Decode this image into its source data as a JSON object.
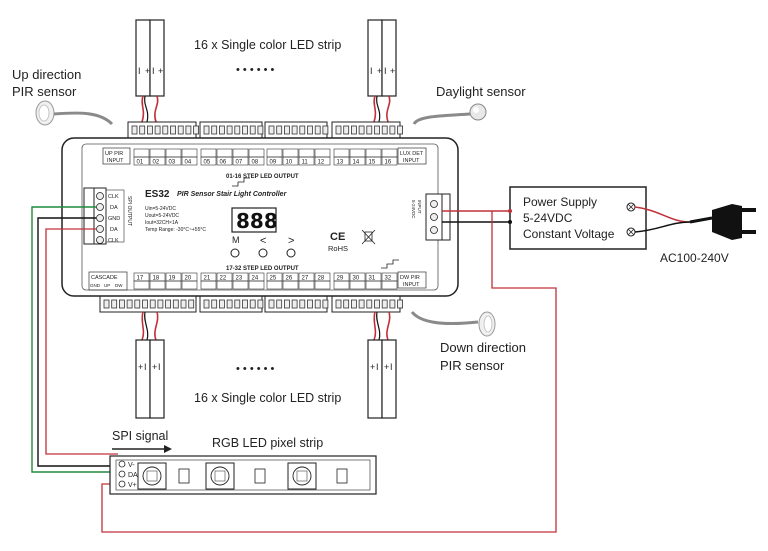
{
  "labels": {
    "top_strip": "16 x Single color LED strip",
    "bottom_strip": "16 x Single color LED strip",
    "dots": "• • • • • •",
    "up_pir_1": "Up direction",
    "up_pir_2": "PIR sensor",
    "daylight": "Daylight sensor",
    "down_pir_1": "Down direction",
    "down_pir_2": "PIR sensor",
    "spi_signal": "SPI signal",
    "rgb_strip": "RGB LED pixel strip",
    "ac": "AC100-240V"
  },
  "power_supply": {
    "line1": "Power Supply",
    "line2": "5-24VDC",
    "line3": "Constant Voltage"
  },
  "controller": {
    "model": "ES32",
    "name": "PIR Sensor Stair Light Controller",
    "spec1": "Uin=5-24VDC",
    "spec2": "Uout=5-24VDC",
    "spec3": "Iout=32CH×1A",
    "spec4": "Temp Range: -30°C~+55°C",
    "output_top": "01-16 STEP LED OUTPUT",
    "output_bottom": "17-32 STEP LED OUTPUT",
    "up_pir_input": [
      "UP PIR",
      "INPUT"
    ],
    "lux_input": [
      "LUX DET",
      "INPUT"
    ],
    "dw_pir_input": [
      "DW PIR",
      "INPUT"
    ],
    "cascade": "CASCADE",
    "cascade_pins": [
      "GND",
      "UP",
      "DW"
    ],
    "spi_output": "SPI OUTPUT",
    "spi_pins": [
      "CLK",
      "DA",
      "GND",
      "DA",
      "CLK"
    ],
    "power_input": [
      "INPUT",
      "5-24VDC"
    ],
    "display": "888",
    "btn_m": "M",
    "btn_left": "<",
    "btn_right": ">",
    "marks": "CE",
    "rohs": "RoHS",
    "channels_top": [
      "01",
      "02",
      "03",
      "04",
      "05",
      "06",
      "07",
      "08",
      "09",
      "10",
      "11",
      "12",
      "13",
      "14",
      "15",
      "16"
    ],
    "channels_bottom": [
      "17",
      "18",
      "19",
      "20",
      "21",
      "22",
      "23",
      "24",
      "25",
      "26",
      "27",
      "28",
      "29",
      "30",
      "31",
      "32"
    ]
  },
  "rgb_strip_pins": [
    "V-",
    "DA",
    "V+"
  ],
  "wire_colors": {
    "red": "#c0303a",
    "green": "#1d8a3a",
    "black": "#111111",
    "gray": "#8a8a8a"
  }
}
